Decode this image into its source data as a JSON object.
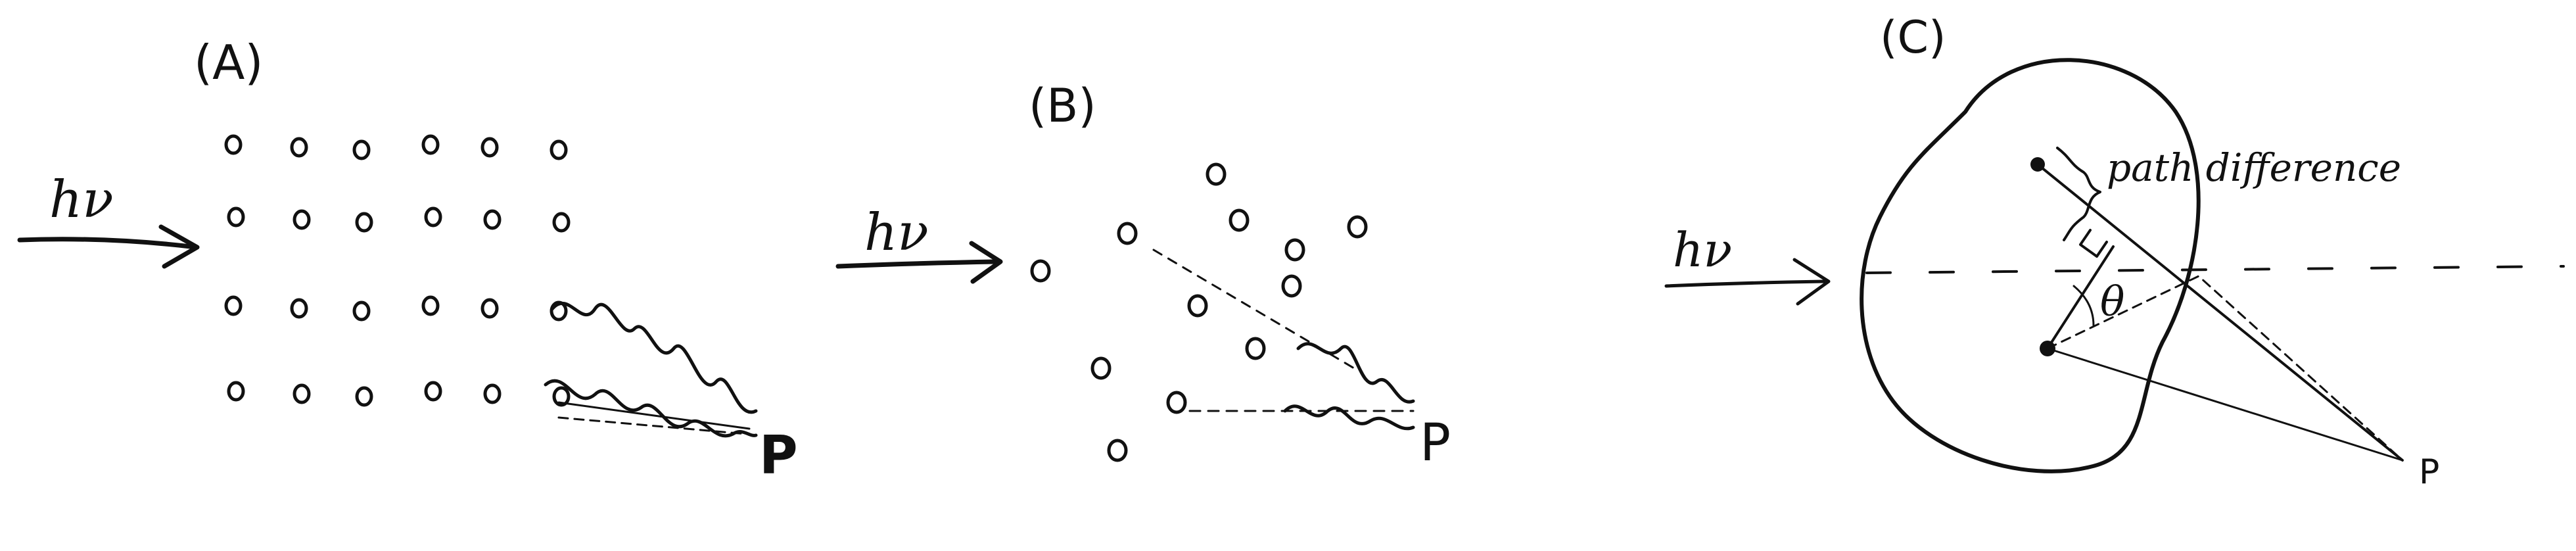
{
  "panels": {
    "a": {
      "label": "(A)",
      "photon": "hν",
      "point": "P"
    },
    "b": {
      "label": "(B)",
      "photon": "hν",
      "point": "P"
    },
    "c": {
      "label": "(C)",
      "photon": "hν",
      "point": "P",
      "path_label": "path difference",
      "angle_label": "θ"
    }
  }
}
